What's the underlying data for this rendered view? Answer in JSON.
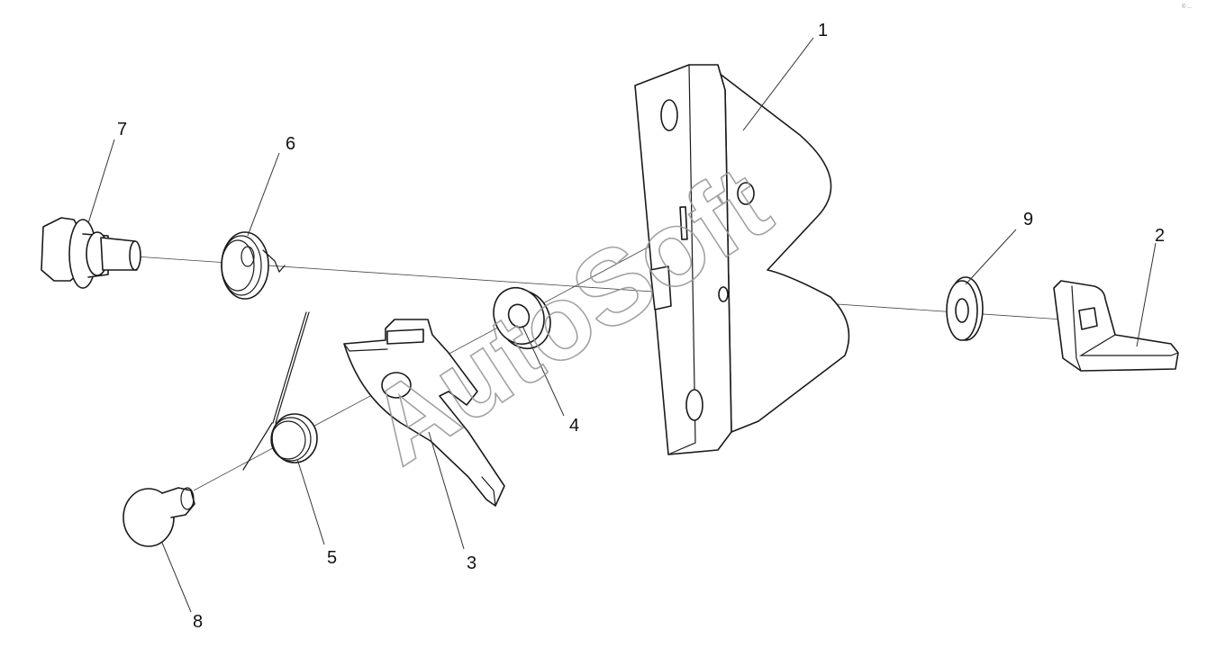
{
  "watermark": "AutoSoft",
  "corner_mark": "© ...",
  "callouts": [
    {
      "id": "1",
      "text": "1"
    },
    {
      "id": "2",
      "text": "2"
    },
    {
      "id": "3",
      "text": "3"
    },
    {
      "id": "4",
      "text": "4"
    },
    {
      "id": "5",
      "text": "5"
    },
    {
      "id": "6",
      "text": "6"
    },
    {
      "id": "7",
      "text": "7"
    },
    {
      "id": "8",
      "text": "8"
    },
    {
      "id": "9",
      "text": "9"
    }
  ],
  "colors": {
    "line": "#1a1a1a",
    "watermark": "#999999",
    "background": "#ffffff"
  }
}
